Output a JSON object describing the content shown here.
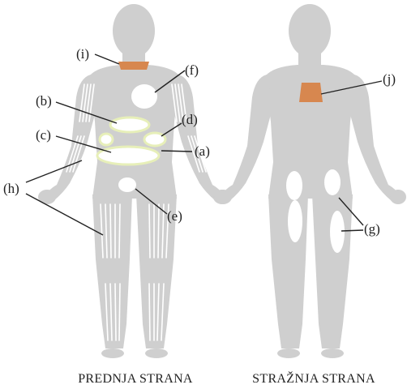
{
  "labels": {
    "a": "(a)",
    "b": "(b)",
    "c": "(c)",
    "d": "(d)",
    "e": "(e)",
    "f": "(f)",
    "g": "(g)",
    "h": "(h)",
    "i": "(i)",
    "j": "(j)"
  },
  "captions": {
    "front": "PREDNJA STRANA",
    "back": "STRAŽNJA STRANA"
  },
  "colors": {
    "body": "#cfcfcf",
    "spot": "#ffffff",
    "ring_outline": "#e7efb9",
    "highlight": "#d7874f"
  }
}
